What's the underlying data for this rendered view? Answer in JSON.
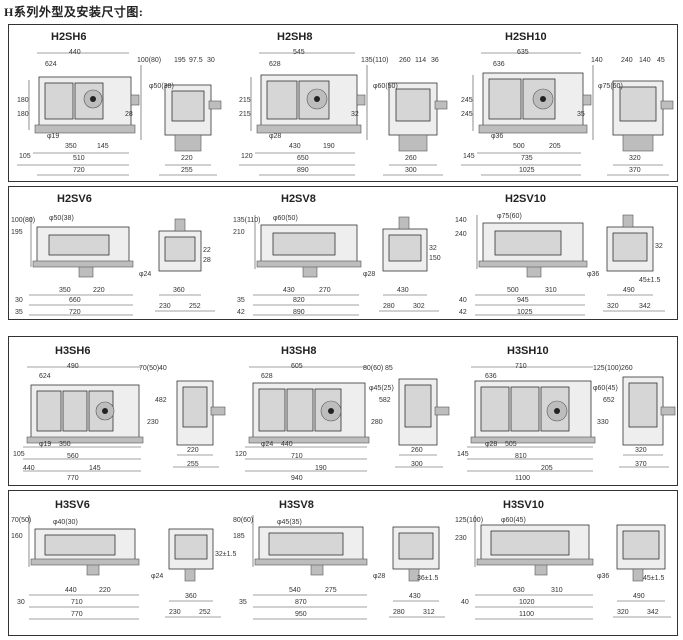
{
  "title": "H系列外型及安装尺寸图:",
  "panels": [
    {
      "cells": [
        {
          "model": "H2SH6",
          "d1": "440",
          "d2": "624",
          "d3": "100(80)",
          "d4": "195",
          "d5": "97.5",
          "d6": "30",
          "d7": "180",
          "d8": "180",
          "d9": "350",
          "d10": "145",
          "d11": "105",
          "d12": "510",
          "d13": "720",
          "d14": "220",
          "d15": "255",
          "d16": "φ50(38)",
          "d17": "φ19",
          "d18": "28"
        },
        {
          "model": "H2SH8",
          "d1": "545",
          "d2": "628",
          "d3": "135(110)",
          "d4": "260",
          "d5": "114",
          "d6": "36",
          "d7": "215",
          "d8": "215",
          "d9": "430",
          "d10": "190",
          "d11": "120",
          "d12": "650",
          "d13": "890",
          "d14": "260",
          "d15": "300",
          "d16": "φ60(50)",
          "d17": "φ28",
          "d18": "32"
        },
        {
          "model": "H2SH10",
          "d1": "635",
          "d2": "636",
          "d3": "140",
          "d4": "240",
          "d5": "140",
          "d6": "45",
          "d7": "245",
          "d8": "245",
          "d9": "500",
          "d10": "205",
          "d11": "145",
          "d12": "735",
          "d13": "1025",
          "d14": "320",
          "d15": "370",
          "d16": "φ75(60)",
          "d17": "φ36",
          "d18": "35"
        }
      ]
    },
    {
      "cells": [
        {
          "model": "H2SV6",
          "d1": "φ50(38)",
          "d2": "195",
          "d3": "100(80)",
          "d4": "350",
          "d5": "220",
          "d6": "30",
          "d7": "660",
          "d8": "35",
          "d9": "720",
          "d10": "360",
          "d11": "230",
          "d12": "252",
          "d13": "φ24",
          "d14": "22",
          "d15": "28"
        },
        {
          "model": "H2SV8",
          "d1": "φ60(50)",
          "d2": "210",
          "d3": "135(110)",
          "d4": "430",
          "d5": "270",
          "d6": "35",
          "d7": "820",
          "d8": "42",
          "d9": "890",
          "d10": "430",
          "d11": "280",
          "d12": "302",
          "d13": "φ28",
          "d14": "32",
          "d15": "150"
        },
        {
          "model": "H2SV10",
          "d1": "φ75(60)",
          "d2": "240",
          "d3": "140",
          "d4": "500",
          "d5": "310",
          "d6": "40",
          "d7": "945",
          "d8": "42",
          "d9": "1025",
          "d10": "490",
          "d11": "320",
          "d12": "342",
          "d13": "φ36",
          "d14": "32",
          "d15": "45±1.5"
        }
      ]
    },
    {
      "cells": [
        {
          "model": "H3SH6",
          "d1": "490",
          "d2": "624",
          "d3": "70(50)",
          "d4": "40",
          "d5": "230",
          "d6": "482",
          "d7": "350",
          "d8": "145",
          "d9": "105",
          "d10": "560",
          "d11": "770",
          "d12": "220",
          "d13": "255",
          "d14": "φ19",
          "d15": "440"
        },
        {
          "model": "H3SH8",
          "d1": "605",
          "d2": "628",
          "d3": "80(60)",
          "d4": "85",
          "d5": "280",
          "d6": "582",
          "d7": "440",
          "d8": "190",
          "d9": "120",
          "d10": "710",
          "d11": "940",
          "d12": "260",
          "d13": "300",
          "d14": "φ24",
          "d15": "φ45(25)"
        },
        {
          "model": "H3SH10",
          "d1": "710",
          "d2": "636",
          "d3": "125(100)",
          "d4": "260",
          "d5": "330",
          "d6": "652",
          "d7": "505",
          "d8": "205",
          "d9": "145",
          "d10": "810",
          "d11": "1100",
          "d12": "320",
          "d13": "370",
          "d14": "φ28",
          "d15": "φ60(45)"
        }
      ]
    },
    {
      "cells": [
        {
          "model": "H3SV6",
          "d1": "φ40(30)",
          "d2": "160",
          "d3": "70(50)",
          "d4": "440",
          "d5": "220",
          "d6": "30",
          "d7": "710",
          "d8": "770",
          "d9": "360",
          "d10": "230",
          "d11": "252",
          "d12": "φ24",
          "d13": "32±1.5"
        },
        {
          "model": "H3SV8",
          "d1": "φ45(35)",
          "d2": "185",
          "d3": "80(60)",
          "d4": "540",
          "d5": "275",
          "d6": "35",
          "d7": "870",
          "d8": "950",
          "d9": "430",
          "d10": "280",
          "d11": "312",
          "d12": "φ28",
          "d13": "36±1.5"
        },
        {
          "model": "H3SV10",
          "d1": "φ60(45)",
          "d2": "230",
          "d3": "125(100)",
          "d4": "630",
          "d5": "310",
          "d6": "40",
          "d7": "1020",
          "d8": "1100",
          "d9": "490",
          "d10": "320",
          "d11": "342",
          "d12": "φ36",
          "d13": "45±1.5"
        }
      ]
    }
  ]
}
